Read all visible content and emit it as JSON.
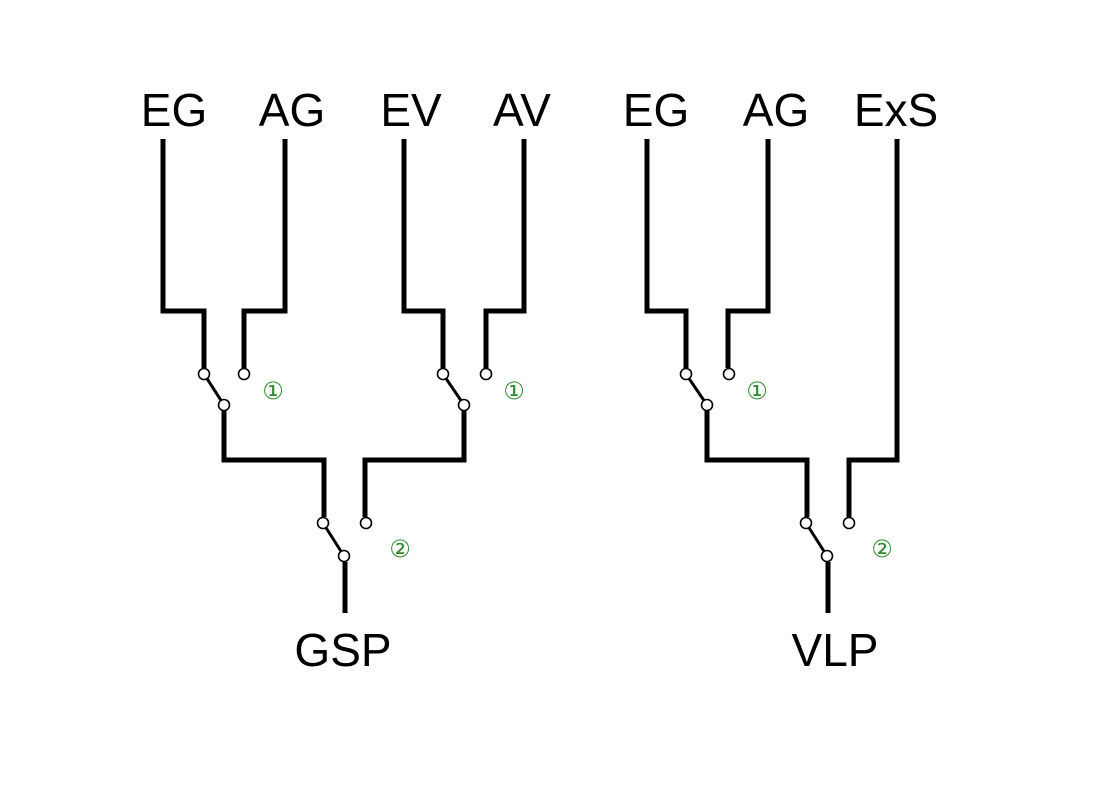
{
  "colors": {
    "wire": "#000000",
    "contact_fill": "#ffffff",
    "switch_number": "#2e8b2e"
  },
  "left_network": {
    "inputs": [
      "EG",
      "AG",
      "EV",
      "AV"
    ],
    "switch_labels": [
      "①",
      "①",
      "②"
    ],
    "output": "GSP"
  },
  "right_network": {
    "inputs": [
      "EG",
      "AG",
      "ExS"
    ],
    "switch_labels": [
      "①",
      "②"
    ],
    "output": "VLP"
  }
}
